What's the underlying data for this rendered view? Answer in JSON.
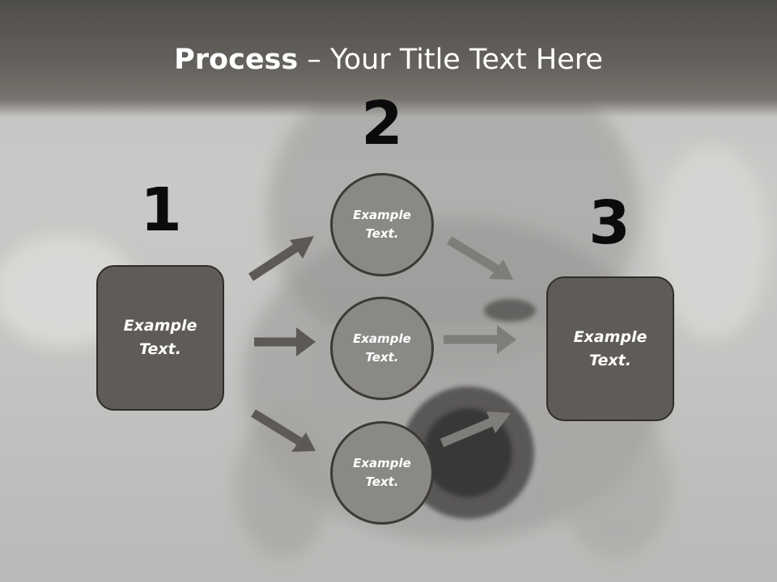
{
  "title": {
    "bold": "Process",
    "dash": " – ",
    "rest": "Your Title Text Here"
  },
  "steps": [
    {
      "number": "1",
      "text": "Example Text."
    },
    {
      "number": "2",
      "items": [
        {
          "text": "Example Text."
        },
        {
          "text": "Example Text."
        },
        {
          "text": "Example Text."
        }
      ]
    },
    {
      "number": "3",
      "text": "Example Text."
    }
  ],
  "colors": {
    "box_fill": "#5f5c57",
    "circle_fill": "#8b8986",
    "arrow_dark": "#5d5a56",
    "arrow_light": "#7f7d7a",
    "title_band": "#5a5753"
  }
}
